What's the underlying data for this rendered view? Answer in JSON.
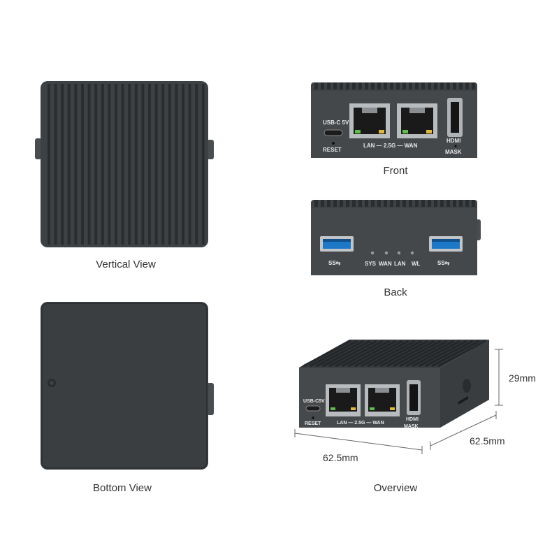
{
  "captions": {
    "vertical": "Vertical View",
    "front": "Front",
    "back": "Back",
    "bottom": "Bottom View",
    "overview": "Overview"
  },
  "front_panel": {
    "usbc": "USB-C 5V",
    "reset": "RESET",
    "lan_wan": "LAN — 2.5G — WAN",
    "hdmi": "HDMI",
    "mask": "MASK"
  },
  "back_panel": {
    "usb_logo": "SS⇆",
    "leds": [
      "SYS",
      "WAN",
      "LAN",
      "WL"
    ]
  },
  "overview_panel": {
    "usbc": "USB-C5V",
    "reset": "RESET",
    "lan_wan": "LAN — 2.5G — WAN",
    "hdmi": "HDMI",
    "mask": "MASK"
  },
  "dimensions": {
    "height": "29mm",
    "depth": "62.5mm",
    "width": "62.5mm"
  },
  "colors": {
    "body": "#3a3d40",
    "fin": "#2b2e31",
    "usb3_blue": "#1e78c8"
  }
}
